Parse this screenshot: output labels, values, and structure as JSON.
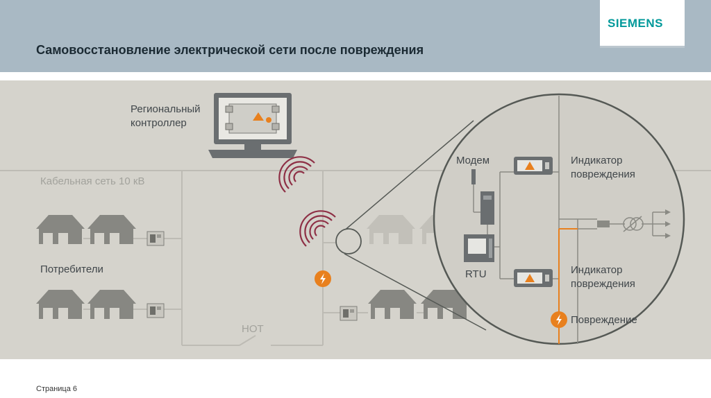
{
  "header": {
    "title": "Самовосстановление электрической сети после повреждения",
    "logo_text": "SIEMENS"
  },
  "labels": {
    "controller_line1": "Региональный",
    "controller_line2": "контроллер",
    "cable_network": "Кабельная сеть 10 кВ",
    "consumers": "Потребители",
    "switch": "НОТ",
    "modem": "Модем",
    "rtu": "RTU",
    "indicator1_line1": "Индикатор",
    "indicator1_line2": "повреждения",
    "indicator2_line1": "Индикатор",
    "indicator2_line2": "повреждения",
    "fault": "Повреждение"
  },
  "icons": [
    "monitor-icon",
    "wireless-signal-icon",
    "house-icon",
    "transformer-icon",
    "fault-lightning-icon",
    "warning-icon",
    "modem-icon",
    "rtu-icon"
  ],
  "colors": {
    "header": "#a9b9c4",
    "background": "#d5d3cc",
    "fault": "#e8801e",
    "signal": "#8e2f45",
    "brand": "#00999a"
  },
  "footer": {
    "page": "Страница 6"
  }
}
